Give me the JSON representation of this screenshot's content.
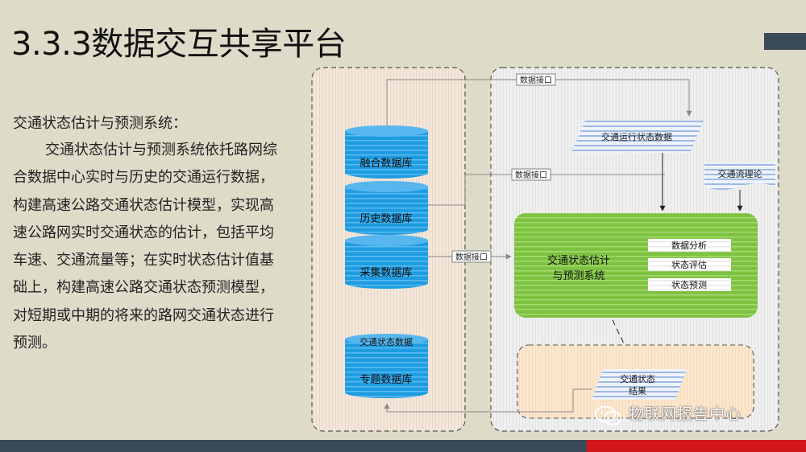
{
  "slide": {
    "title": "3.3.3数据交互共享平台",
    "desc_title": "交通状态估计与预测系统：",
    "desc_body": "交通状态估计与预测系统依托路网综合数据中心实时与历史的交通运行数据，构建高速公路交通状态估计模型，实现高速公路网实时交通状态的估计，包括平均车速、交通流量等；在实时状态估计值基础上，构建高速公路交通状态预测模型，对短期或中期的将来的路网交通状态进行预测。"
  },
  "diagram": {
    "databases": {
      "fusion": "融合数据库",
      "history": "历史数据库",
      "collect": "采集数据库",
      "topic_top": "交通状态数据",
      "topic": "专题数据库"
    },
    "interfaces": {
      "top": "数据接口",
      "middle": "数据接口",
      "lower": "数据接口"
    },
    "inputs": {
      "running_state": "交通运行状态数据",
      "flow_theory": "交通流理论"
    },
    "system": {
      "label_line1": "交通状态估计",
      "label_line2": "与预测系统",
      "functions": [
        "数据分析",
        "状态评估",
        "状态预测"
      ]
    },
    "result": {
      "line1": "交通状态",
      "line2": "结果"
    }
  },
  "watermark": "物联网报告中心",
  "colors": {
    "background": "#dedcc8",
    "db_blue": "#1e9ce0",
    "system_green": "#7ec242",
    "bar_dark": "#3b4a5a",
    "bar_red": "#d1161c"
  }
}
